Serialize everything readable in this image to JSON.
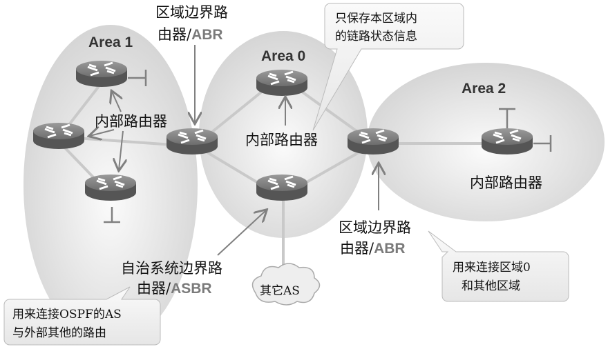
{
  "areas": {
    "area1": "Area 1",
    "area0": "Area 0",
    "area2": "Area 2"
  },
  "labels": {
    "abr_top_line1": "区域边界路",
    "abr_top_line2a": "由器/",
    "abr_top_line2b": "ABR",
    "internal_area1": "内部路由器",
    "internal_area0": "内部路由器",
    "internal_area2": "内部路由器",
    "abr_bottom_line1": "区域边界路",
    "abr_bottom_line2a": "由器/",
    "abr_bottom_line2b": "ABR",
    "asbr_line1": "自治系统边界路",
    "asbr_line2a": "由器/",
    "asbr_line2b": "ASBR",
    "other_as": "其它AS"
  },
  "callouts": {
    "top": [
      "只保存本区域内",
      "的链路状态信息"
    ],
    "right": [
      "用来连接区域0",
      "和其他区域"
    ],
    "left": [
      "用来连接OSPF的AS",
      "与外部其他的路由"
    ]
  }
}
